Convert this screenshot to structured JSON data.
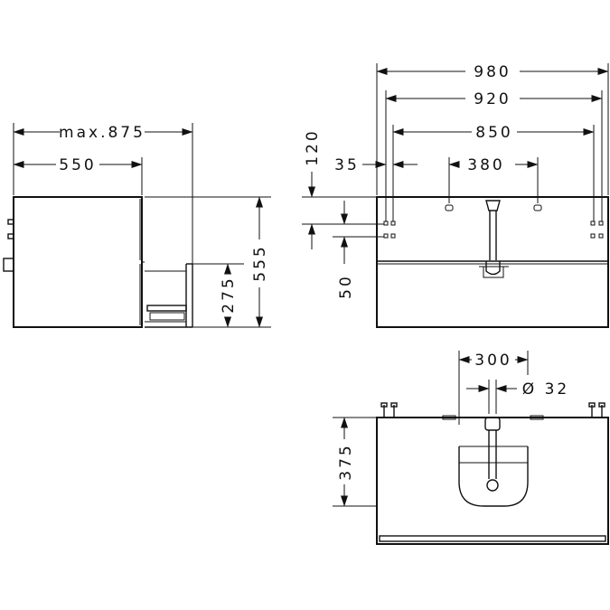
{
  "side_view": {
    "max_depth": "max.875",
    "depth": "550",
    "drawer_height": "275",
    "height": "555"
  },
  "front_view": {
    "width_total": "980",
    "width_inner": "920",
    "bracket_spacing": "850",
    "bracket_offset": "35",
    "tap_spacing": "380",
    "top_offset": "120",
    "bracket_gap": "50"
  },
  "top_view": {
    "siphon_offset": "300",
    "pipe_diameter": "Ø 32",
    "depth": "375"
  }
}
